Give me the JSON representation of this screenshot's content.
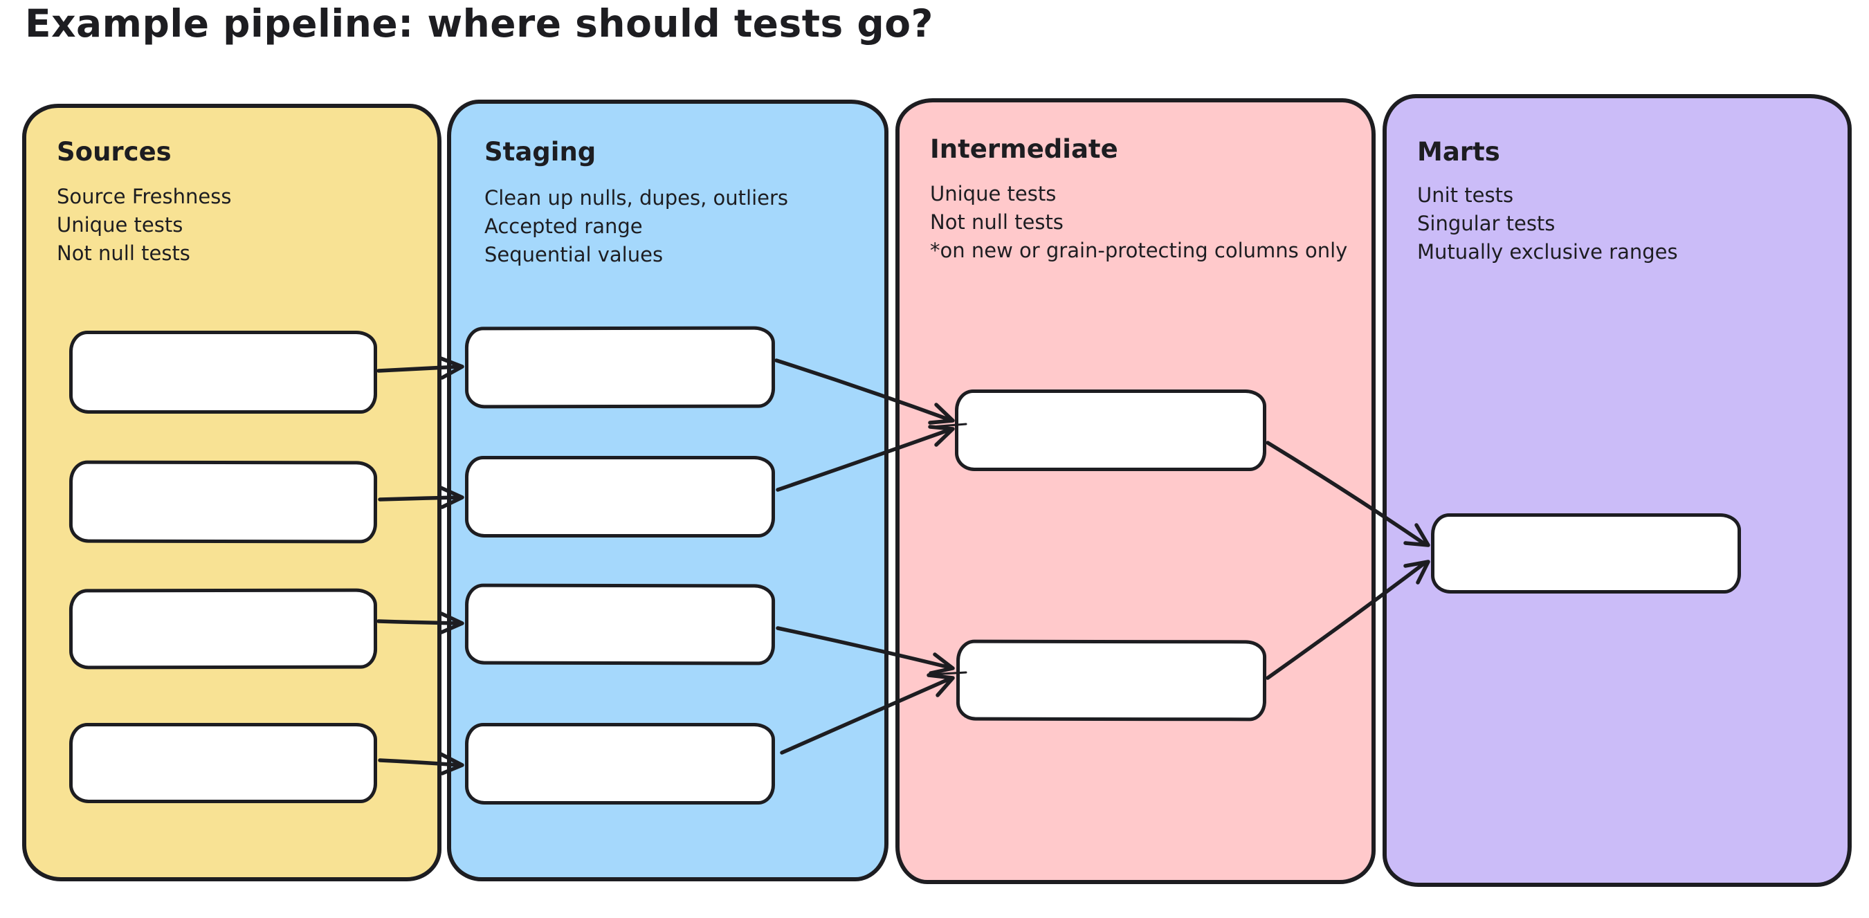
{
  "title": "Example pipeline: where should tests go?",
  "colors": {
    "background": "#FFFFFF",
    "ink": "#1D1D21",
    "sources_fill": "#F8E294",
    "staging_fill": "#A5D8FC",
    "intermediate_fill": "#FFC9CB",
    "marts_fill": "#CBBCF8",
    "node_fill": "#FFFFFF"
  },
  "panels": [
    {
      "id": "sources",
      "name": "Sources",
      "fill": "#F8E294",
      "notes": [
        "Source Freshness",
        "Unique tests",
        "Not null tests"
      ],
      "node_count": 4
    },
    {
      "id": "staging",
      "name": "Staging",
      "fill": "#A5D8FC",
      "notes": [
        "Clean up nulls, dupes, outliers",
        "Accepted range",
        "Sequential values"
      ],
      "node_count": 4
    },
    {
      "id": "intermediate",
      "name": "Intermediate",
      "fill": "#FFC9CB",
      "notes": [
        "Unique tests",
        "Not null tests",
        "*on new or grain-protecting columns only"
      ],
      "node_count": 2
    },
    {
      "id": "marts",
      "name": "Marts",
      "fill": "#CBBCF8",
      "notes": [
        "Unit tests",
        "Singular tests",
        "Mutually exclusive ranges"
      ],
      "node_count": 1
    }
  ],
  "edges": [
    {
      "from": "sources-1",
      "to": "staging-1"
    },
    {
      "from": "sources-2",
      "to": "staging-2"
    },
    {
      "from": "sources-3",
      "to": "staging-3"
    },
    {
      "from": "sources-4",
      "to": "staging-4"
    },
    {
      "from": "staging-1",
      "to": "intermediate-1"
    },
    {
      "from": "staging-2",
      "to": "intermediate-1"
    },
    {
      "from": "staging-3",
      "to": "intermediate-2"
    },
    {
      "from": "staging-4",
      "to": "intermediate-2"
    },
    {
      "from": "intermediate-1",
      "to": "marts-1"
    },
    {
      "from": "intermediate-2",
      "to": "marts-1"
    }
  ]
}
